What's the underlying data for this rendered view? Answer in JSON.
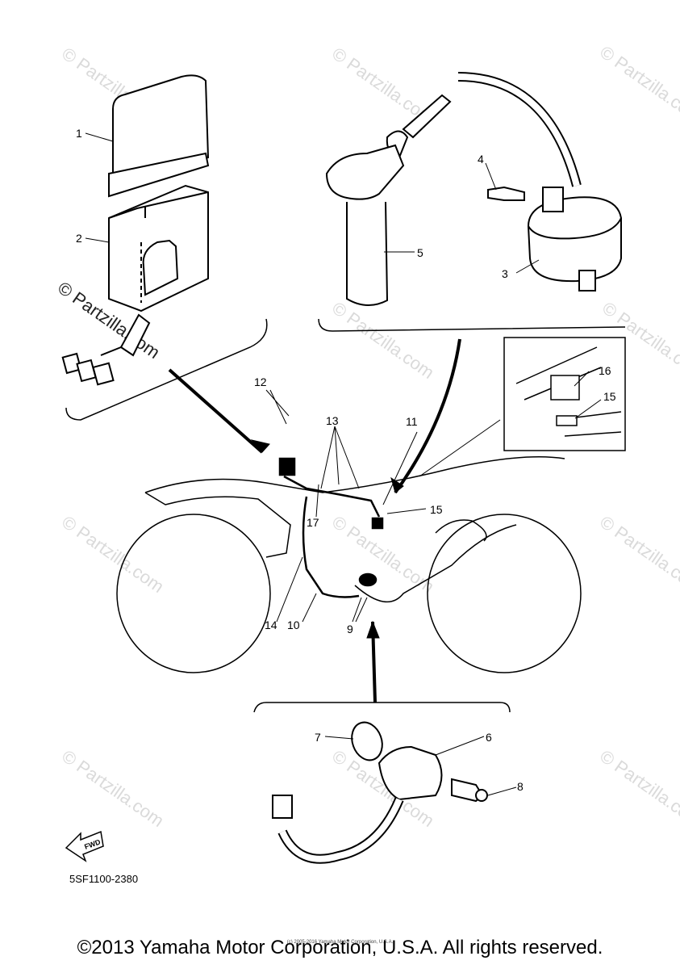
{
  "diagram": {
    "part_labels": [
      "1",
      "2",
      "3",
      "4",
      "5",
      "6",
      "7",
      "8",
      "9",
      "10",
      "11",
      "12",
      "13",
      "14",
      "15",
      "16",
      "17"
    ],
    "inset_labels": [
      "16",
      "15"
    ],
    "fwd_label": "FWD",
    "diagram_code": "5SF1100-2380",
    "watermark_text": "© Partzilla.com",
    "copyright": "©2013 Yamaha Motor Corporation, U.S.A. All rights reserved.",
    "small_copyright": "(c) 2005-2016 Yamaha Motor Corporation, U.S.A."
  },
  "colors": {
    "line": "#000000",
    "watermark": "#bdbdbd",
    "background": "#ffffff"
  }
}
